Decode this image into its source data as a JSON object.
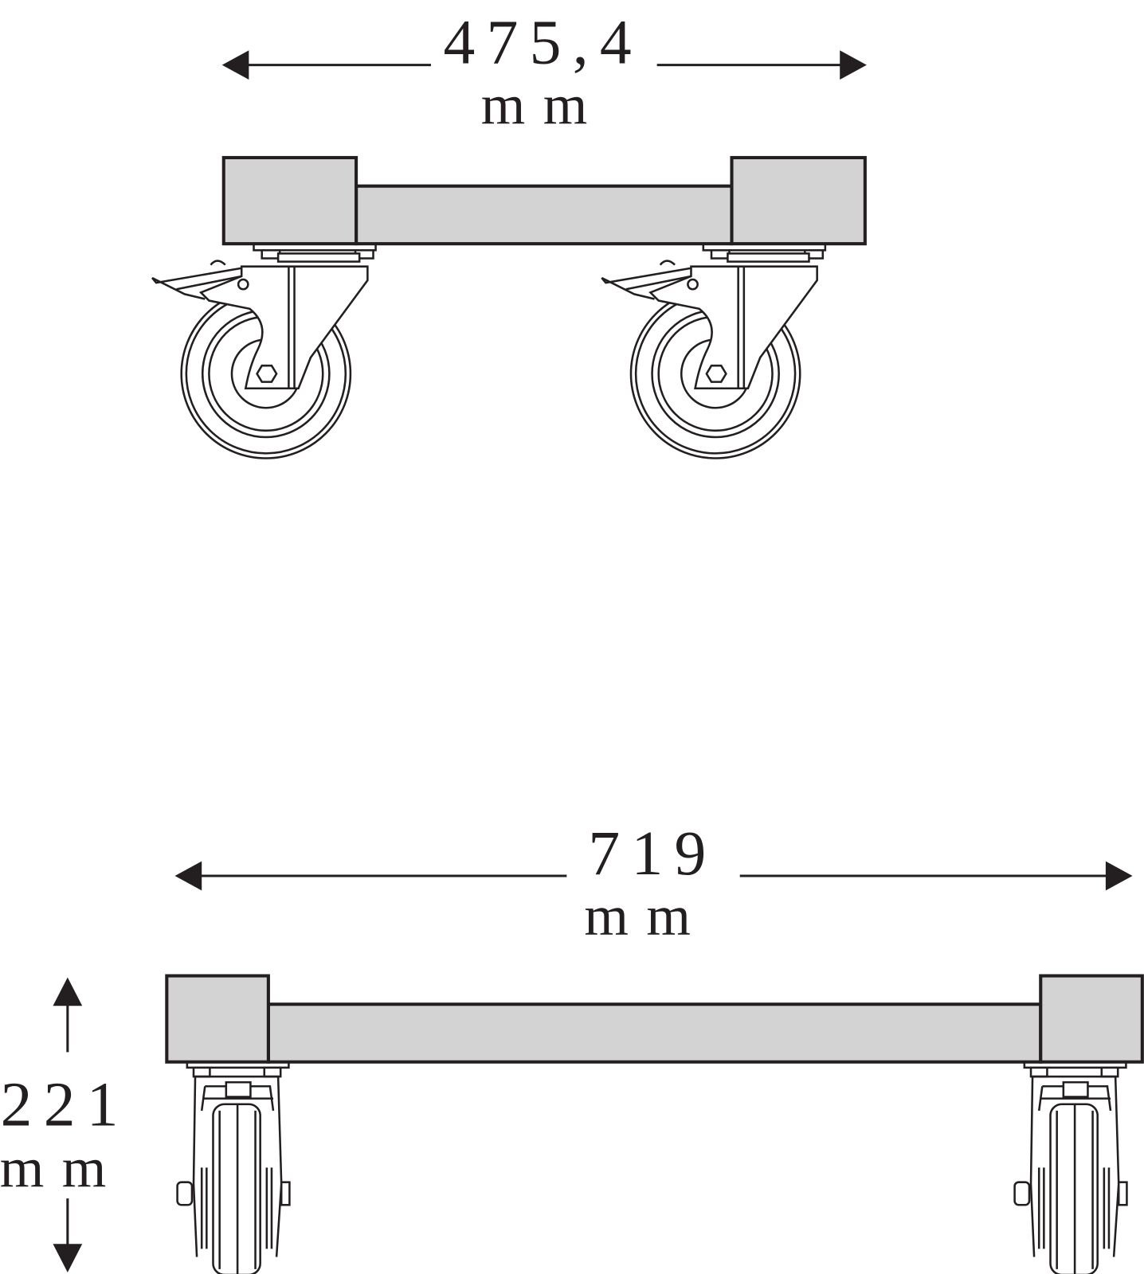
{
  "diagram": {
    "side_view": {
      "width_dimension": {
        "value": "475,4",
        "unit": "mm"
      }
    },
    "front_view": {
      "length_dimension": {
        "value": "719",
        "unit": "mm"
      },
      "height_dimension": {
        "value": "221",
        "unit": "mm"
      }
    },
    "colors": {
      "line": "#231f20",
      "frame_fill": "#d3d3d3",
      "background": "#ffffff"
    }
  }
}
